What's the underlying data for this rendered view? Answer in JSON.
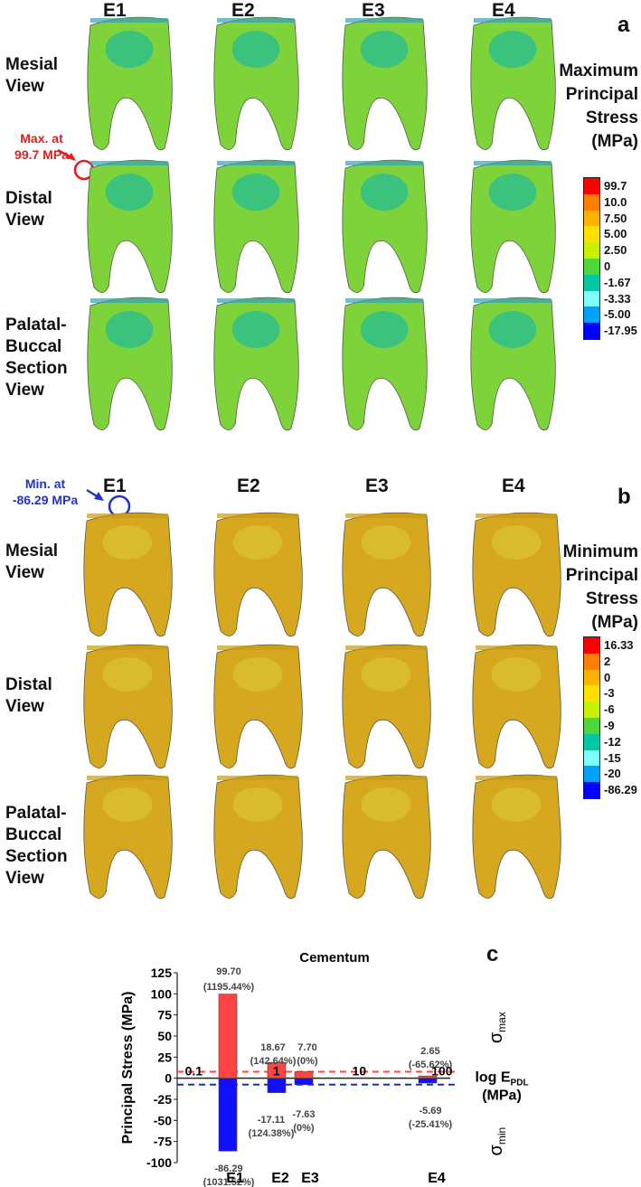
{
  "panel_a": {
    "letter": "a",
    "columns": [
      "E1",
      "E2",
      "E3",
      "E4"
    ],
    "rows": [
      "Mesial\nView",
      "Distal\nView",
      "Palatal-\nBuccal\nSection\nView"
    ],
    "colorbar_title": "Maximum\nPrincipal\nStress\n(MPa)",
    "colorbar_labels": [
      "99.7",
      "10.0",
      "7.50",
      "5.00",
      "2.50",
      "0",
      "-1.67",
      "-3.33",
      "-5.00",
      "-17.95"
    ],
    "colorbar_colors": [
      "#ff0000",
      "#ff7f00",
      "#ffb300",
      "#ffe000",
      "#c8f000",
      "#4ed63a",
      "#00c8a0",
      "#80ffff",
      "#00a0ff",
      "#0000ff"
    ],
    "annotation": "Max. at\n99.7 MPa",
    "annotation_color": "#e02020"
  },
  "panel_b": {
    "letter": "b",
    "columns": [
      "E1",
      "E2",
      "E3",
      "E4"
    ],
    "rows": [
      "Mesial\nView",
      "Distal\nView",
      "Palatal-\nBuccal\nSection\nView"
    ],
    "colorbar_title": "Minimum\nPrincipal\nStress\n(MPa)",
    "colorbar_labels": [
      "16.33",
      "2",
      "0",
      "-3",
      "-6",
      "-9",
      "-12",
      "-15",
      "-20",
      "-86.29"
    ],
    "colorbar_colors": [
      "#ff0000",
      "#ff7f00",
      "#ffb300",
      "#ffe000",
      "#c8f000",
      "#4ed63a",
      "#00c8a0",
      "#80ffff",
      "#00a0ff",
      "#0000ff"
    ],
    "annotation": "Min. at\n-86.29 MPa",
    "annotation_color": "#2233cc"
  },
  "panel_c": {
    "letter": "c"
  },
  "chart_data": {
    "type": "bar",
    "title": "Cementum",
    "ylabel": "Principal Stress (MPa)",
    "xlabel": "log E_PDL (MPa)",
    "ylim": [
      -100,
      125
    ],
    "yticks": [
      125,
      100,
      75,
      50,
      25,
      0,
      -25,
      -50,
      -75,
      -100
    ],
    "x_ticks": [
      "0.1",
      "1",
      "10",
      "100"
    ],
    "categories": [
      "E1",
      "E2",
      "E3",
      "E4"
    ],
    "series": [
      {
        "name": "σmax",
        "color": "#ff4444",
        "values": [
          99.7,
          18.67,
          7.7,
          2.65
        ],
        "labels": [
          "99.70",
          "18.67",
          "7.70",
          "2.65"
        ],
        "pct": [
          "(1195.44%)",
          "(142.64%)",
          "(0%)",
          "(-65.62%)"
        ]
      },
      {
        "name": "σmin",
        "color": "#1010ff",
        "values": [
          -86.29,
          -17.11,
          -7.63,
          -5.69
        ],
        "labels": [
          "-86.29",
          "-17.11",
          "-7.63",
          "-5.69"
        ],
        "pct": [
          "(1031.52%)",
          "(124.38%)",
          "(0%)",
          "(-25.41%)"
        ]
      }
    ],
    "reference_lines": [
      {
        "value": 7.7,
        "color": "#ff4444",
        "style": "dashed"
      },
      {
        "value": -7.63,
        "color": "#1a2bcc",
        "style": "dashed"
      }
    ]
  }
}
